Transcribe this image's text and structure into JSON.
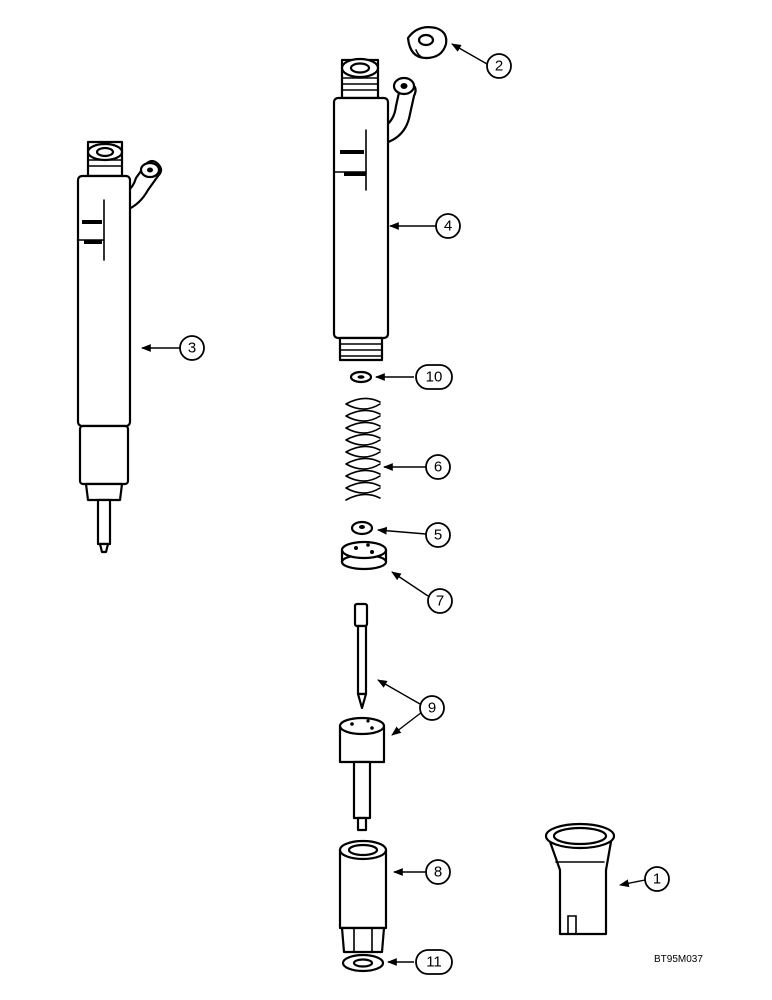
{
  "callouts": {
    "c1": "1",
    "c2": "2",
    "c3": "3",
    "c4": "4",
    "c5": "5",
    "c6": "6",
    "c7": "7",
    "c8": "8",
    "c9": "9",
    "c10": "10",
    "c11": "11"
  },
  "reference_code": "BT95M037"
}
